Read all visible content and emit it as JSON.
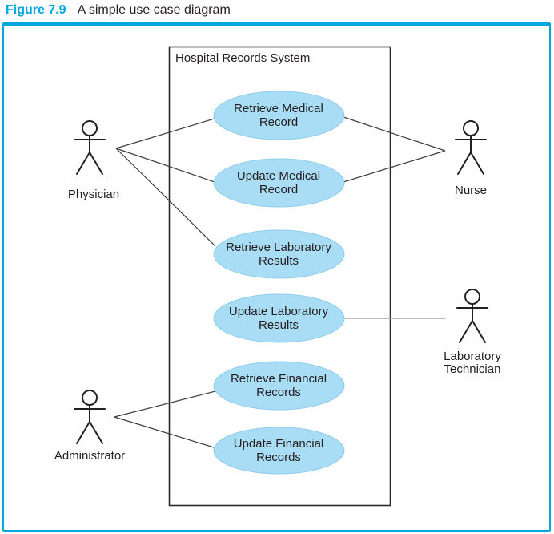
{
  "caption": {
    "figure_label": "Figure 7.9",
    "title": "A simple use case diagram"
  },
  "system": {
    "name": "Hospital Records System"
  },
  "use_cases": [
    {
      "name": "Retrieve Medical Record",
      "lines": [
        "Retrieve Medical",
        "Record"
      ]
    },
    {
      "name": "Update Medical Record",
      "lines": [
        "Update Medical",
        "Record"
      ]
    },
    {
      "name": "Retrieve Laboratory Results",
      "lines": [
        "Retrieve Laboratory",
        "Results"
      ]
    },
    {
      "name": "Update Laboratory Results",
      "lines": [
        "Update Laboratory",
        "Results"
      ]
    },
    {
      "name": "Retrieve Financial Records",
      "lines": [
        "Retrieve Financial",
        "Records"
      ]
    },
    {
      "name": "Update Financial Records",
      "lines": [
        "Update Financial",
        "Records"
      ]
    }
  ],
  "actors": [
    {
      "name": "Physician",
      "lines": [
        "Physician"
      ]
    },
    {
      "name": "Nurse",
      "lines": [
        "Nurse"
      ]
    },
    {
      "name": "Laboratory Technician",
      "lines": [
        "Laboratory",
        "Technician"
      ]
    },
    {
      "name": "Administrator",
      "lines": [
        "Administrator"
      ]
    }
  ],
  "associations": [
    {
      "actor": "Physician",
      "use_case": "Retrieve Medical Record"
    },
    {
      "actor": "Physician",
      "use_case": "Update Medical Record"
    },
    {
      "actor": "Physician",
      "use_case": "Retrieve Laboratory Results"
    },
    {
      "actor": "Nurse",
      "use_case": "Retrieve Medical Record"
    },
    {
      "actor": "Nurse",
      "use_case": "Update Medical Record"
    },
    {
      "actor": "Laboratory Technician",
      "use_case": "Update Laboratory Results"
    },
    {
      "actor": "Administrator",
      "use_case": "Retrieve Financial Records"
    },
    {
      "actor": "Administrator",
      "use_case": "Update Financial Records"
    }
  ],
  "colors": {
    "accent_blue": "#00A7E1",
    "usecase_fill": "#A9DCF5",
    "usecase_border": "#8FCDEE",
    "diagram_line": "#3C3C3C",
    "lab_association_gray": "#A7A7A9",
    "text": "#231F20"
  }
}
